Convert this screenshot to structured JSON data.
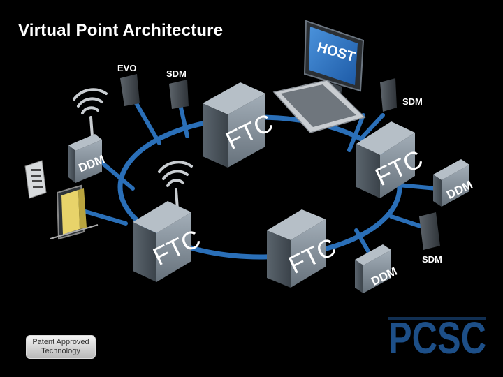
{
  "title": "Virtual Point Architecture",
  "labels": {
    "evo": "EVO",
    "sdm": "SDM",
    "host": "HOST",
    "ftc": "FTC",
    "ddm": "DDM"
  },
  "badge": {
    "line1": "Patent Approved",
    "line2": "Technology"
  },
  "logo_text": "PCSC",
  "colors": {
    "background": "#000000",
    "network": "#2a6fb8",
    "device": "#7f8c97",
    "door": "#e8d36a",
    "logo": "#1d4f88"
  },
  "icons": [
    "wireless-icon",
    "keypad-icon",
    "door-icon",
    "card-reader-icon",
    "computer-icon",
    "keyboard-icon"
  ]
}
